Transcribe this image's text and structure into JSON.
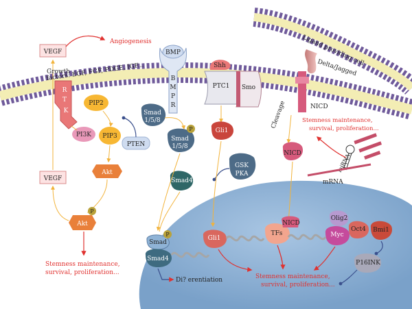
{
  "labels": {
    "vegf_top": "VEGF",
    "angiogenesis": "Angiogenesis",
    "growth_factors_line1": "Growth",
    "growth_factors_line2": "factors: EGF, FGF, PDGE, IGF...",
    "rtk_r": "R",
    "rtk_t": "T",
    "rtk_k": "K",
    "pip2": "PIP2",
    "pi3k": "PI3K",
    "pip3": "PIP3",
    "pten": "PTEN",
    "akt_upper": "Akt",
    "vegf_lower": "VEGF",
    "akt_lower": "Akt",
    "p_symbol": "P",
    "stemness_left_1": "Stemness maintenance,",
    "stemness_left_2": "survival, proliferation...",
    "bmp": "BMP",
    "bmpr_b": "B",
    "bmpr_m": "M",
    "bmpr_p": "P",
    "bmpr_r": "R",
    "smad158_cyt_1": "Smad",
    "smad158_cyt_2": "1/5/8",
    "smad158_p_1": "Smad",
    "smad158_p_2": "1/5/8",
    "smad4_cyt": "Smad4",
    "smad_nuc": "Smad",
    "smad4_nuc": "Smad4",
    "differentiation": "Di? erentiation",
    "shh": "Shh",
    "ptc1": "PTC1",
    "smo": "Smo",
    "gli1_cyt": "Gli1",
    "gsk": "GSK",
    "pka": "PKA",
    "gli1_nuc": "Gli1",
    "ligand_cell": "Ligand providing cell",
    "delta_jagged": "Delta/Jagged",
    "nicd_membrane": "NICD",
    "cleavage": "Cleavage",
    "stemness_right_1": "Stemness maintenance,",
    "stemness_right_2": "survival, proliferation...",
    "nicd_cyt": "NICD",
    "mirna": "miRNA",
    "mrna": "mRNA",
    "tfs": "TFs",
    "nicd_nuc": "NICD",
    "olig2": "Olig2",
    "myc": "Myc",
    "oct4": "Oct4",
    "bmi1": "Bmi1",
    "p16ink": "P16INK",
    "stemness_nuc_1": "Stemness maintenance,",
    "stemness_nuc_2": "survival, proliferation..."
  },
  "colors": {
    "membrane_head": "#6f5a9a",
    "membrane_core": "#f3edb4",
    "nucleus": "#8fb3d6",
    "inhibit": "#3a4f8c",
    "activate": "#f2b33b",
    "red_arrow": "#e0312f"
  }
}
